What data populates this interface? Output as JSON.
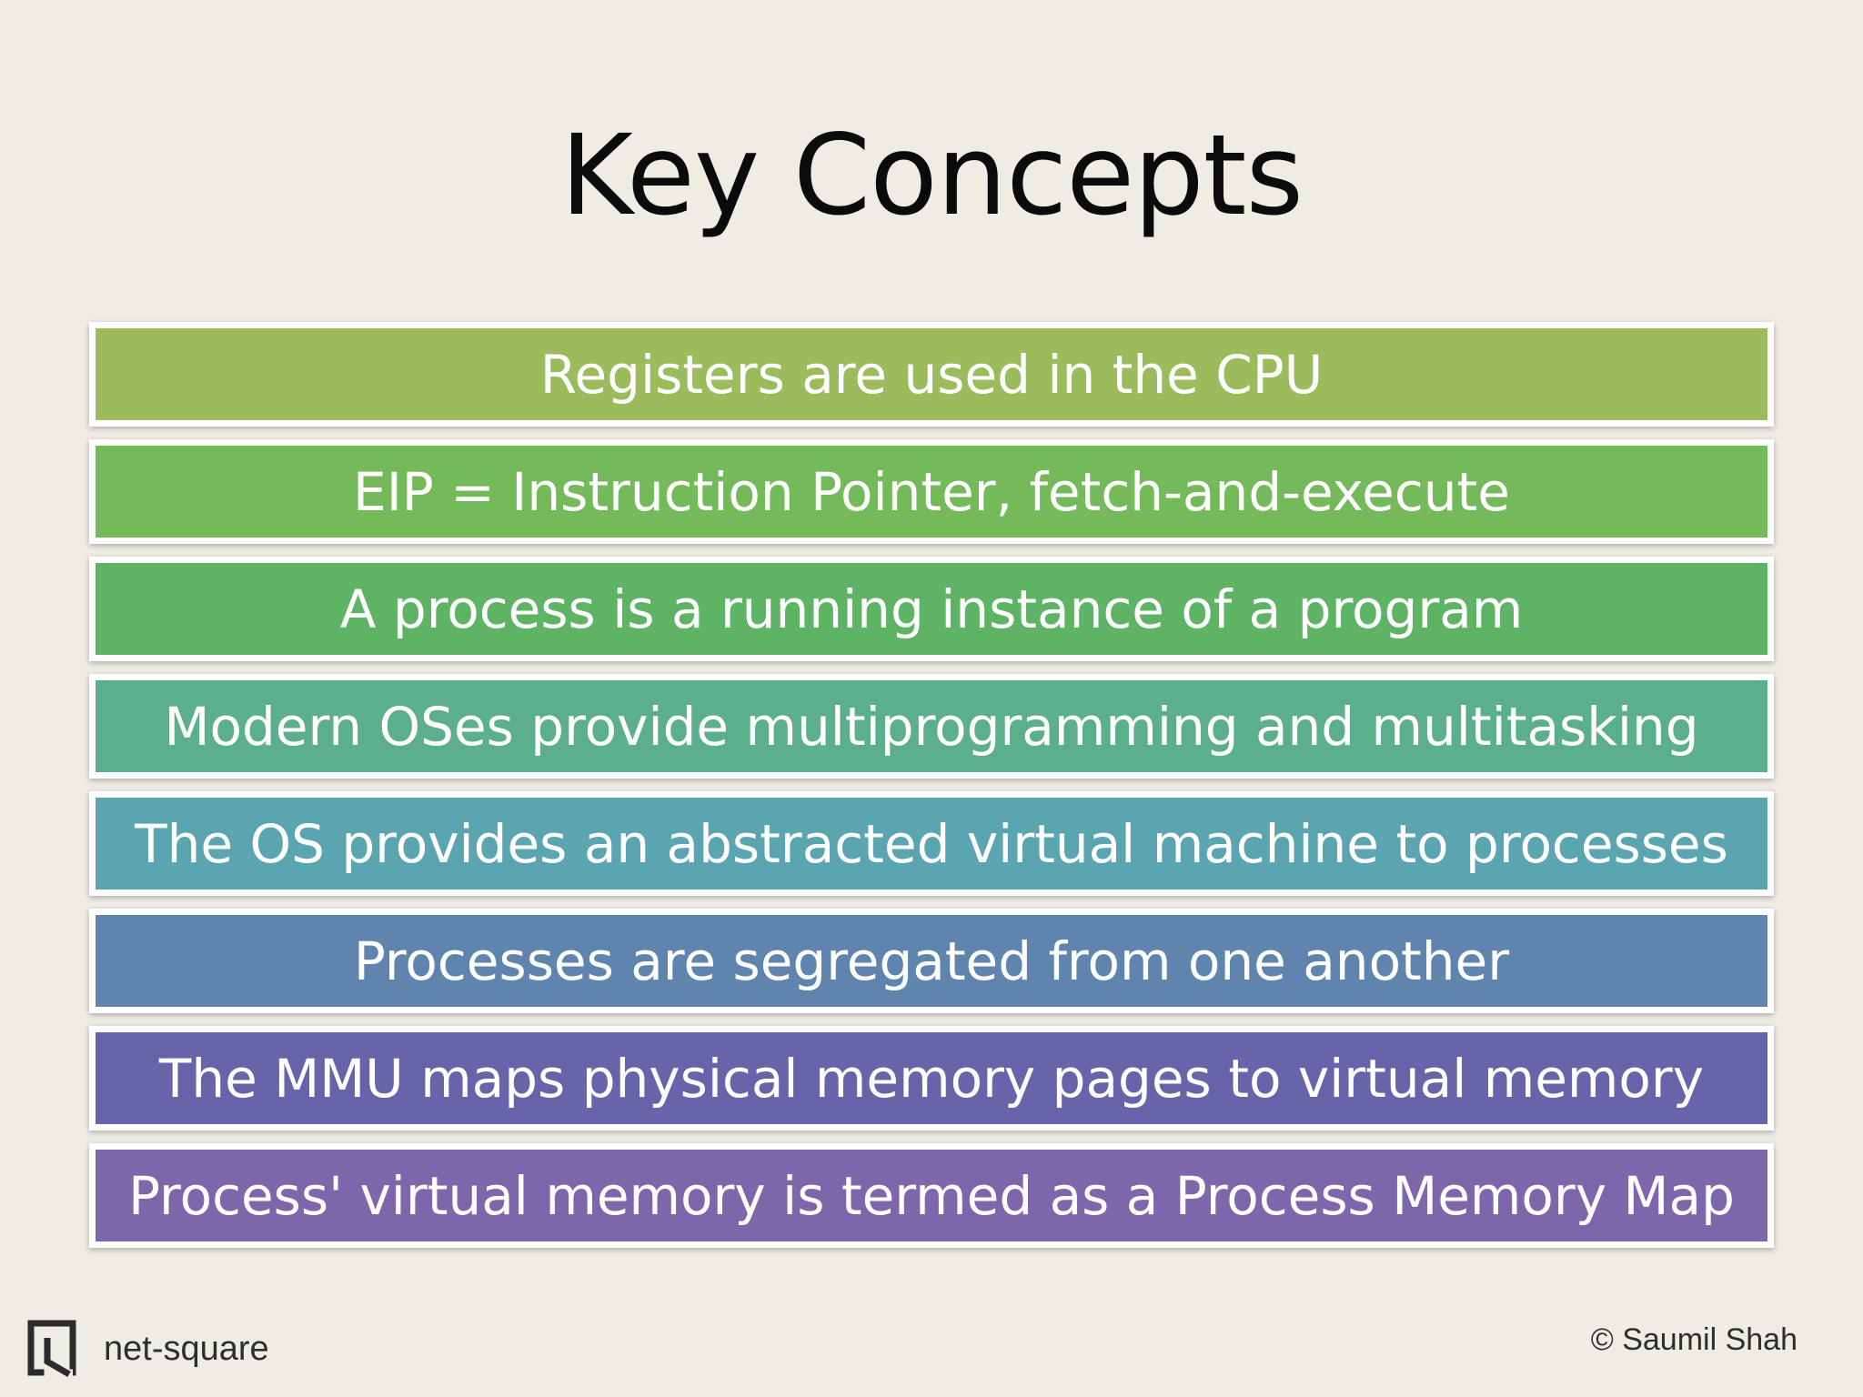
{
  "slide": {
    "title": "Key Concepts",
    "bars": [
      {
        "text": "Registers are used in the CPU",
        "color": "#9cbb5c"
      },
      {
        "text": "EIP = Instruction Pointer, fetch-and-execute",
        "color": "#74b95a"
      },
      {
        "text": "A process is a running instance of a program",
        "color": "#5eb464"
      },
      {
        "text": "Modern OSes provide multiprogramming and multitasking",
        "color": "#5caf8d"
      },
      {
        "text": "The OS provides an abstracted virtual machine to processes",
        "color": "#5ba5b1"
      },
      {
        "text": "Processes are segregated from one another",
        "color": "#5f85af"
      },
      {
        "text": "The MMU maps physical memory pages to virtual memory",
        "color": "#6764aa"
      },
      {
        "text": "Process' virtual memory is termed as a Process Memory Map",
        "color": "#7d66a9"
      }
    ]
  },
  "footer": {
    "logo_icon": "net-square-logo-icon",
    "logo_text": "net-square",
    "copyright": "© Saumil Shah"
  }
}
